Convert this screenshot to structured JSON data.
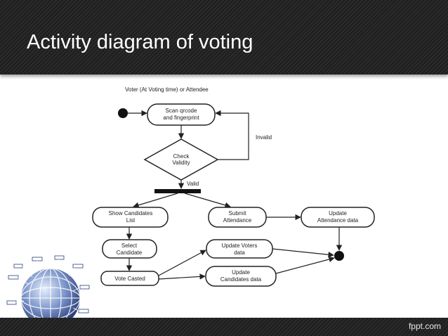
{
  "slide": {
    "title": "Activity diagram of voting",
    "footer_brand": "fppt.com"
  },
  "diagram": {
    "swimlane": "Voter (At Voting time) or Attendee",
    "nodes": {
      "scan": [
        "Scan qrcode",
        "and fingerprint"
      ],
      "check": [
        "Check",
        "Validity"
      ],
      "show": [
        "Show Candidates",
        "List"
      ],
      "submit": [
        "Submit",
        "Attendance"
      ],
      "update_att": [
        "Update",
        "Attendance data"
      ],
      "select": [
        "Select",
        "Candidate"
      ],
      "vote": [
        "Vote Casted"
      ],
      "update_voters": [
        "Update Voters",
        "data"
      ],
      "update_cand": [
        "Update",
        "Candidates data"
      ]
    },
    "labels": {
      "invalid": "Invalid",
      "valid": "Valid"
    }
  },
  "icons": {
    "globe": "globe-network-icon"
  },
  "colors": {
    "header_bg": "#252525",
    "node_fill": "#ffffff",
    "stroke": "#222222"
  }
}
